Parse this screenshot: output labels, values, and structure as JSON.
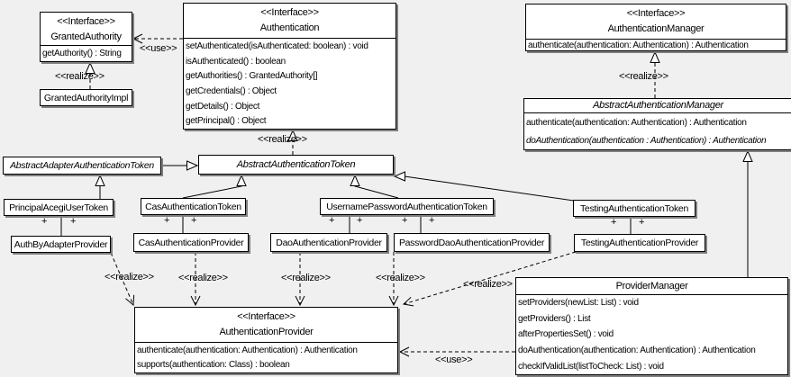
{
  "colors": {
    "background": "#f0f0f0",
    "box_bg": "#ffffff",
    "box_border": "#000000",
    "shadow": "#808080"
  },
  "labels": {
    "use": "<<use>>",
    "realize": "<<realize>>",
    "plus": "+"
  },
  "classes": {
    "granted_authority": {
      "stereotype": "<<Interface>>",
      "name": "GrantedAuthority",
      "methods": [
        "getAuthority() : String"
      ]
    },
    "granted_authority_impl": {
      "name": "GrantedAuthorityImpl"
    },
    "authentication": {
      "stereotype": "<<Interface>>",
      "name": "Authentication",
      "methods": [
        "setAuthenticated(isAuthenticated: boolean) : void",
        "isAuthenticated() : boolean",
        "getAuthorities() : GrantedAuthority[]",
        "getCredentials() : Object",
        "getDetails() : Object",
        "getPrincipal() : Object"
      ]
    },
    "authentication_manager": {
      "stereotype": "<<Interface>>",
      "name": "AuthenticationManager",
      "methods": [
        "authenticate(authentication: Authentication) : Authentication"
      ]
    },
    "abstract_authentication_manager": {
      "name": "AbstractAuthenticationManager",
      "methods": [
        "authenticate(authentication: Authentication) : Authentication",
        "doAuthentication(authentication : Authentication) : Authentication"
      ]
    },
    "abstract_adapter_authentication_token": {
      "name": "AbstractAdapterAuthenticationToken"
    },
    "abstract_authentication_token": {
      "name": "AbstractAuthenticationToken"
    },
    "principal_acegi_user_token": {
      "name": "PrincipalAcegiUserToken"
    },
    "cas_authentication_token": {
      "name": "CasAuthenticationToken"
    },
    "username_password_authentication_token": {
      "name": "UsernamePasswordAuthenticationToken"
    },
    "testing_authentication_token": {
      "name": "TestingAuthenticationToken"
    },
    "auth_by_adapter_provider": {
      "name": "AuthByAdapterProvider"
    },
    "cas_authentication_provider": {
      "name": "CasAuthenticationProvider"
    },
    "dao_authentication_provider": {
      "name": "DaoAuthenticationProvider"
    },
    "password_dao_authentication_provider": {
      "name": "PasswordDaoAuthenticationProvider"
    },
    "testing_authentication_provider": {
      "name": "TestingAuthenticationProvider"
    },
    "authentication_provider": {
      "stereotype": "<<Interface>>",
      "name": "AuthenticationProvider",
      "methods": [
        "authenticate(authentication: Authentication) : Authentication",
        "supports(authentication: Class) : boolean"
      ]
    },
    "provider_manager": {
      "name": "ProviderManager",
      "methods": [
        "setProviders(newList: List) : void",
        "getProviders() : List",
        "afterPropertiesSet() : void",
        "doAuthentication(authentication: Authentication) : Authentication",
        "checkIfValidList(listToCheck: List) : void"
      ]
    }
  }
}
